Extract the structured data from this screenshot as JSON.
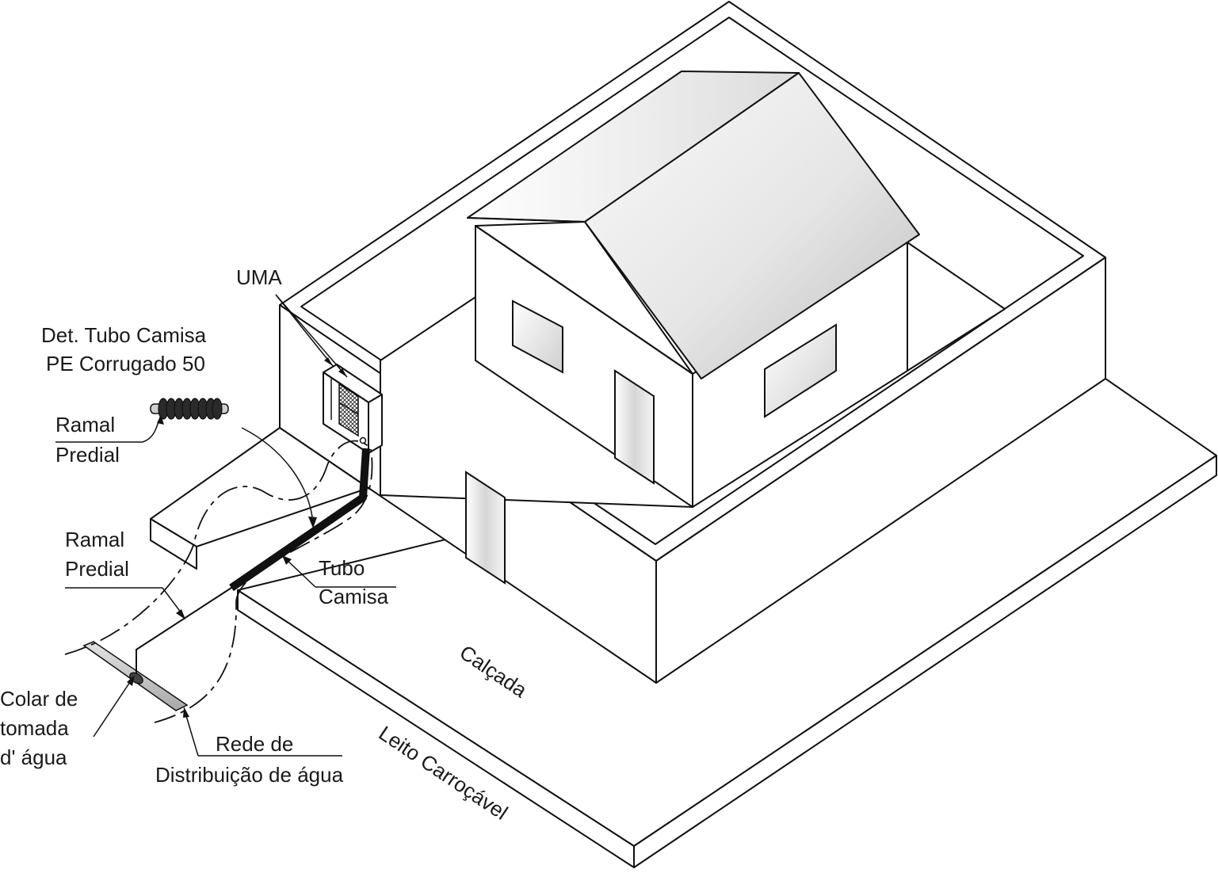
{
  "labels": {
    "uma": "UMA",
    "det_line1": "Det. Tubo Camisa",
    "det_line2": "PE Corrugado 50",
    "ramal_predial_detail_line1": "Ramal",
    "ramal_predial_detail_line2": "Predial",
    "ramal_predial_line1": "Ramal",
    "ramal_predial_line2": "Predial",
    "tubo_camisa_line1": "Tubo",
    "tubo_camisa_line2": "Camisa",
    "calcada": "Calçada",
    "leito": "Leito Carroçável",
    "colar_line1": "Colar de",
    "colar_line2": "tomada",
    "colar_line3": "d' água",
    "rede_line1": "Rede de",
    "rede_line2": "Distribuição de água"
  },
  "colors": {
    "line": "#111111",
    "pipe_dark": "#1a1a1a",
    "water_main": "#c8c8c8",
    "roof_light": "#f2f2f2",
    "roof_shade": "#bdbdbd"
  }
}
